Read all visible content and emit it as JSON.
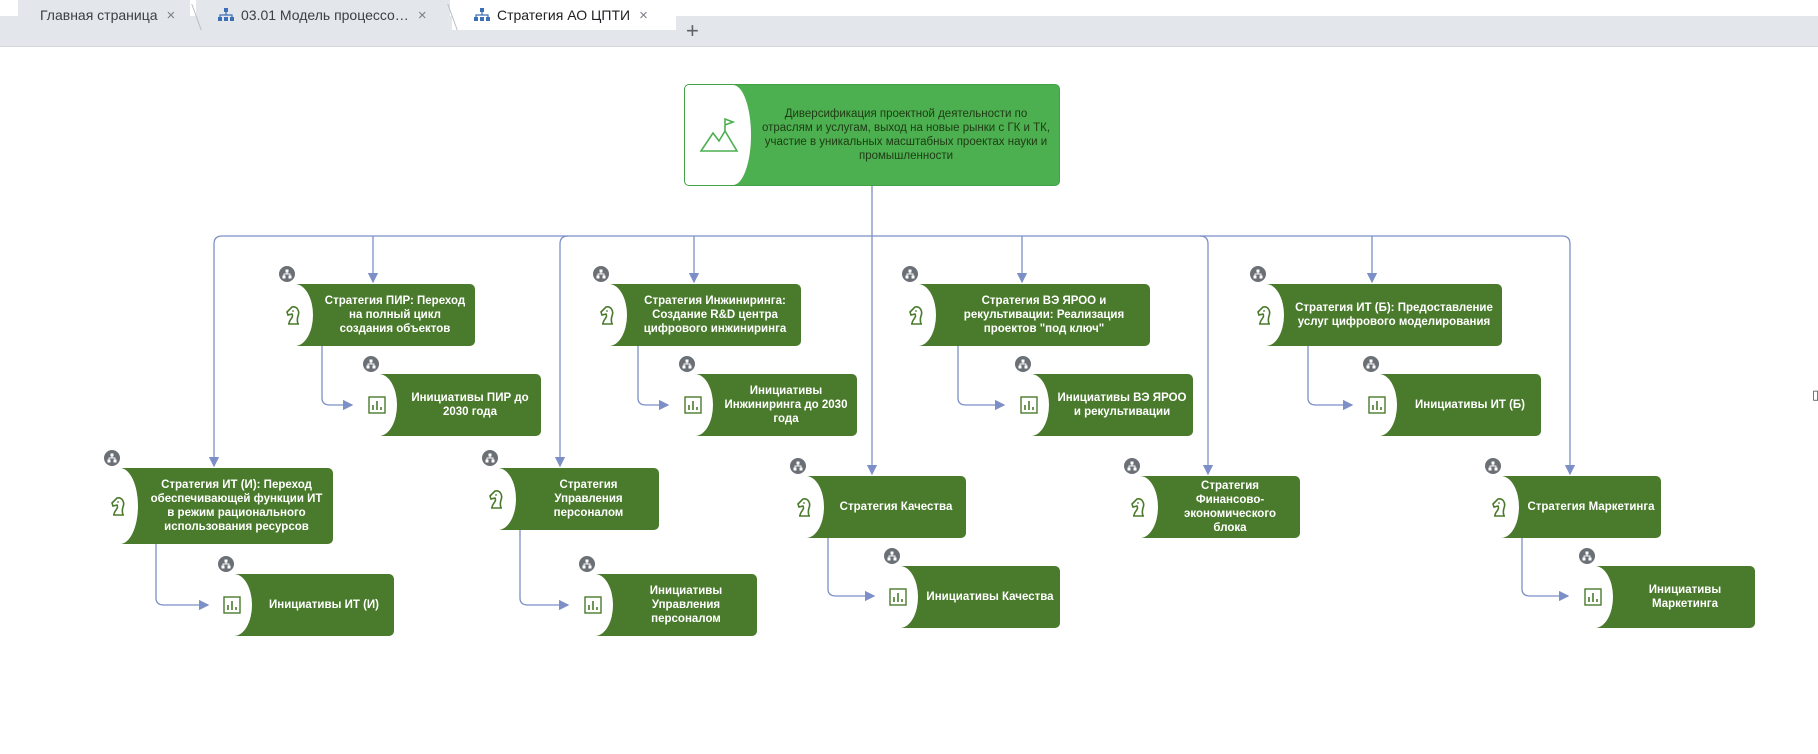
{
  "tabs": [
    {
      "label": "Главная страница",
      "close": "×",
      "active": false,
      "icon": null
    },
    {
      "label": "03.01 Модель процессо…",
      "close": "×",
      "active": false,
      "icon": "hierarchy-icon"
    },
    {
      "label": "Стратегия АО ЦПТИ",
      "close": "×",
      "active": true,
      "icon": "hierarchy-icon"
    }
  ],
  "new_tab": "+",
  "colors": {
    "root": "#4caf50",
    "node": "#4a7a2c",
    "edge": "#7c8fc7",
    "badge": "#6b6f76"
  },
  "root": {
    "label": "Диверсификация проектной деятельности по отраслям и услугам, выход на новые рынки с ГК и ТК, участие в уникальных масштабных проектах науки и промышленности",
    "icon": "mountain-flag-icon"
  },
  "strategies": [
    {
      "id": "pir",
      "label": "Стратегия ПИР: Переход на полный цикл создания объектов",
      "icon": "chess-knight-icon",
      "initiative": "Инициативы ПИР до 2030 года"
    },
    {
      "id": "eng",
      "label": "Стратегия Инжиниринга: Создание R&D центра цифрового инжиниринга",
      "icon": "chess-knight-icon",
      "initiative": "Инициативы Инжиниринга до 2030 года"
    },
    {
      "id": "ve",
      "label": "Стратегия ВЭ ЯРОО и рекультивации: Реализация проектов \"под ключ\"",
      "icon": "chess-knight-icon",
      "initiative": "Инициативы ВЭ ЯРОО и рекультивации"
    },
    {
      "id": "itb",
      "label": "Стратегия ИТ (Б): Предоставление услуг цифрового моделирования",
      "icon": "chess-knight-icon",
      "initiative": "Инициативы ИТ (Б)"
    },
    {
      "id": "iti",
      "label": "Стратегия ИТ (И): Переход обеспечивающей функции ИТ в режим рационального использования ресурсов",
      "icon": "chess-knight-icon",
      "initiative": "Инициативы ИТ (И)"
    },
    {
      "id": "hr",
      "label": "Стратегия Управления персоналом",
      "icon": "chess-knight-icon",
      "initiative": "Инициативы Управления персоналом"
    },
    {
      "id": "qual",
      "label": "Стратегия Качества",
      "icon": "chess-knight-icon",
      "initiative": "Инициативы Качества"
    },
    {
      "id": "fin",
      "label": "Стратегия Финансово-экономического блока",
      "icon": "chess-knight-icon",
      "initiative": null
    },
    {
      "id": "mkt",
      "label": "Стратегия Маркетинга",
      "icon": "chess-knight-icon",
      "initiative": "Инициативы Маркетинга"
    }
  ],
  "badge_icon": "hierarchy-badge-icon",
  "initiative_icon": "initiatives-chart-icon"
}
